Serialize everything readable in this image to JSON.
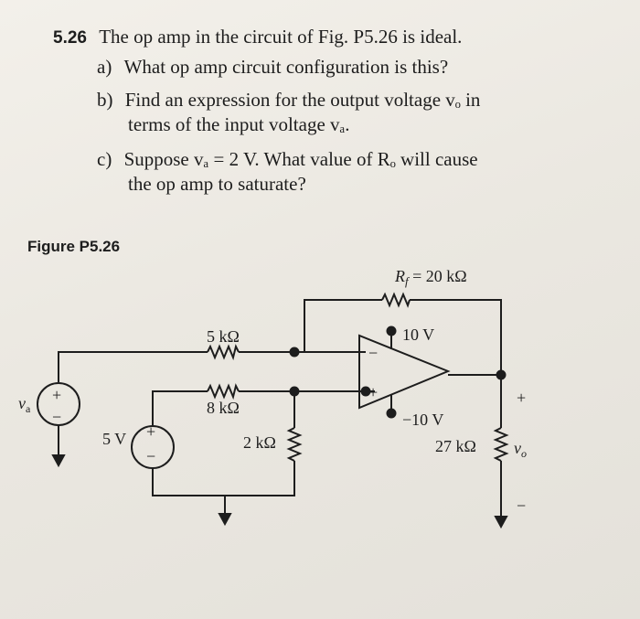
{
  "problem": {
    "number": "5.26",
    "statement": "The op amp in the circuit of Fig. P5.26 is ideal.",
    "parts": [
      {
        "letter": "a)",
        "lines": [
          "What op amp circuit configuration is this?"
        ]
      },
      {
        "letter": "b)",
        "lines": [
          "Find an expression for the output voltage vₒ in",
          "terms of the input voltage vₐ."
        ]
      },
      {
        "letter": "c)",
        "lines": [
          "Suppose vₐ = 2 V. What value of Rₒ will cause",
          "the op amp to saturate?"
        ]
      }
    ]
  },
  "figure": {
    "label": "Figure P5.26",
    "rf_label": "R",
    "rf_sub": "f",
    "rf_value": " = 20 kΩ",
    "r1_label": "5 kΩ",
    "r2_label": "8 kΩ",
    "r3_label": "2 kΩ",
    "rload_label": "27 kΩ",
    "vpos_label": "10 V",
    "vneg_label": "−10 V",
    "source_dc_label": "5 V",
    "va_label": "v",
    "va_sub": "a",
    "vo_label": "v",
    "vo_sub": "o",
    "plus": "+",
    "minus": "−"
  }
}
